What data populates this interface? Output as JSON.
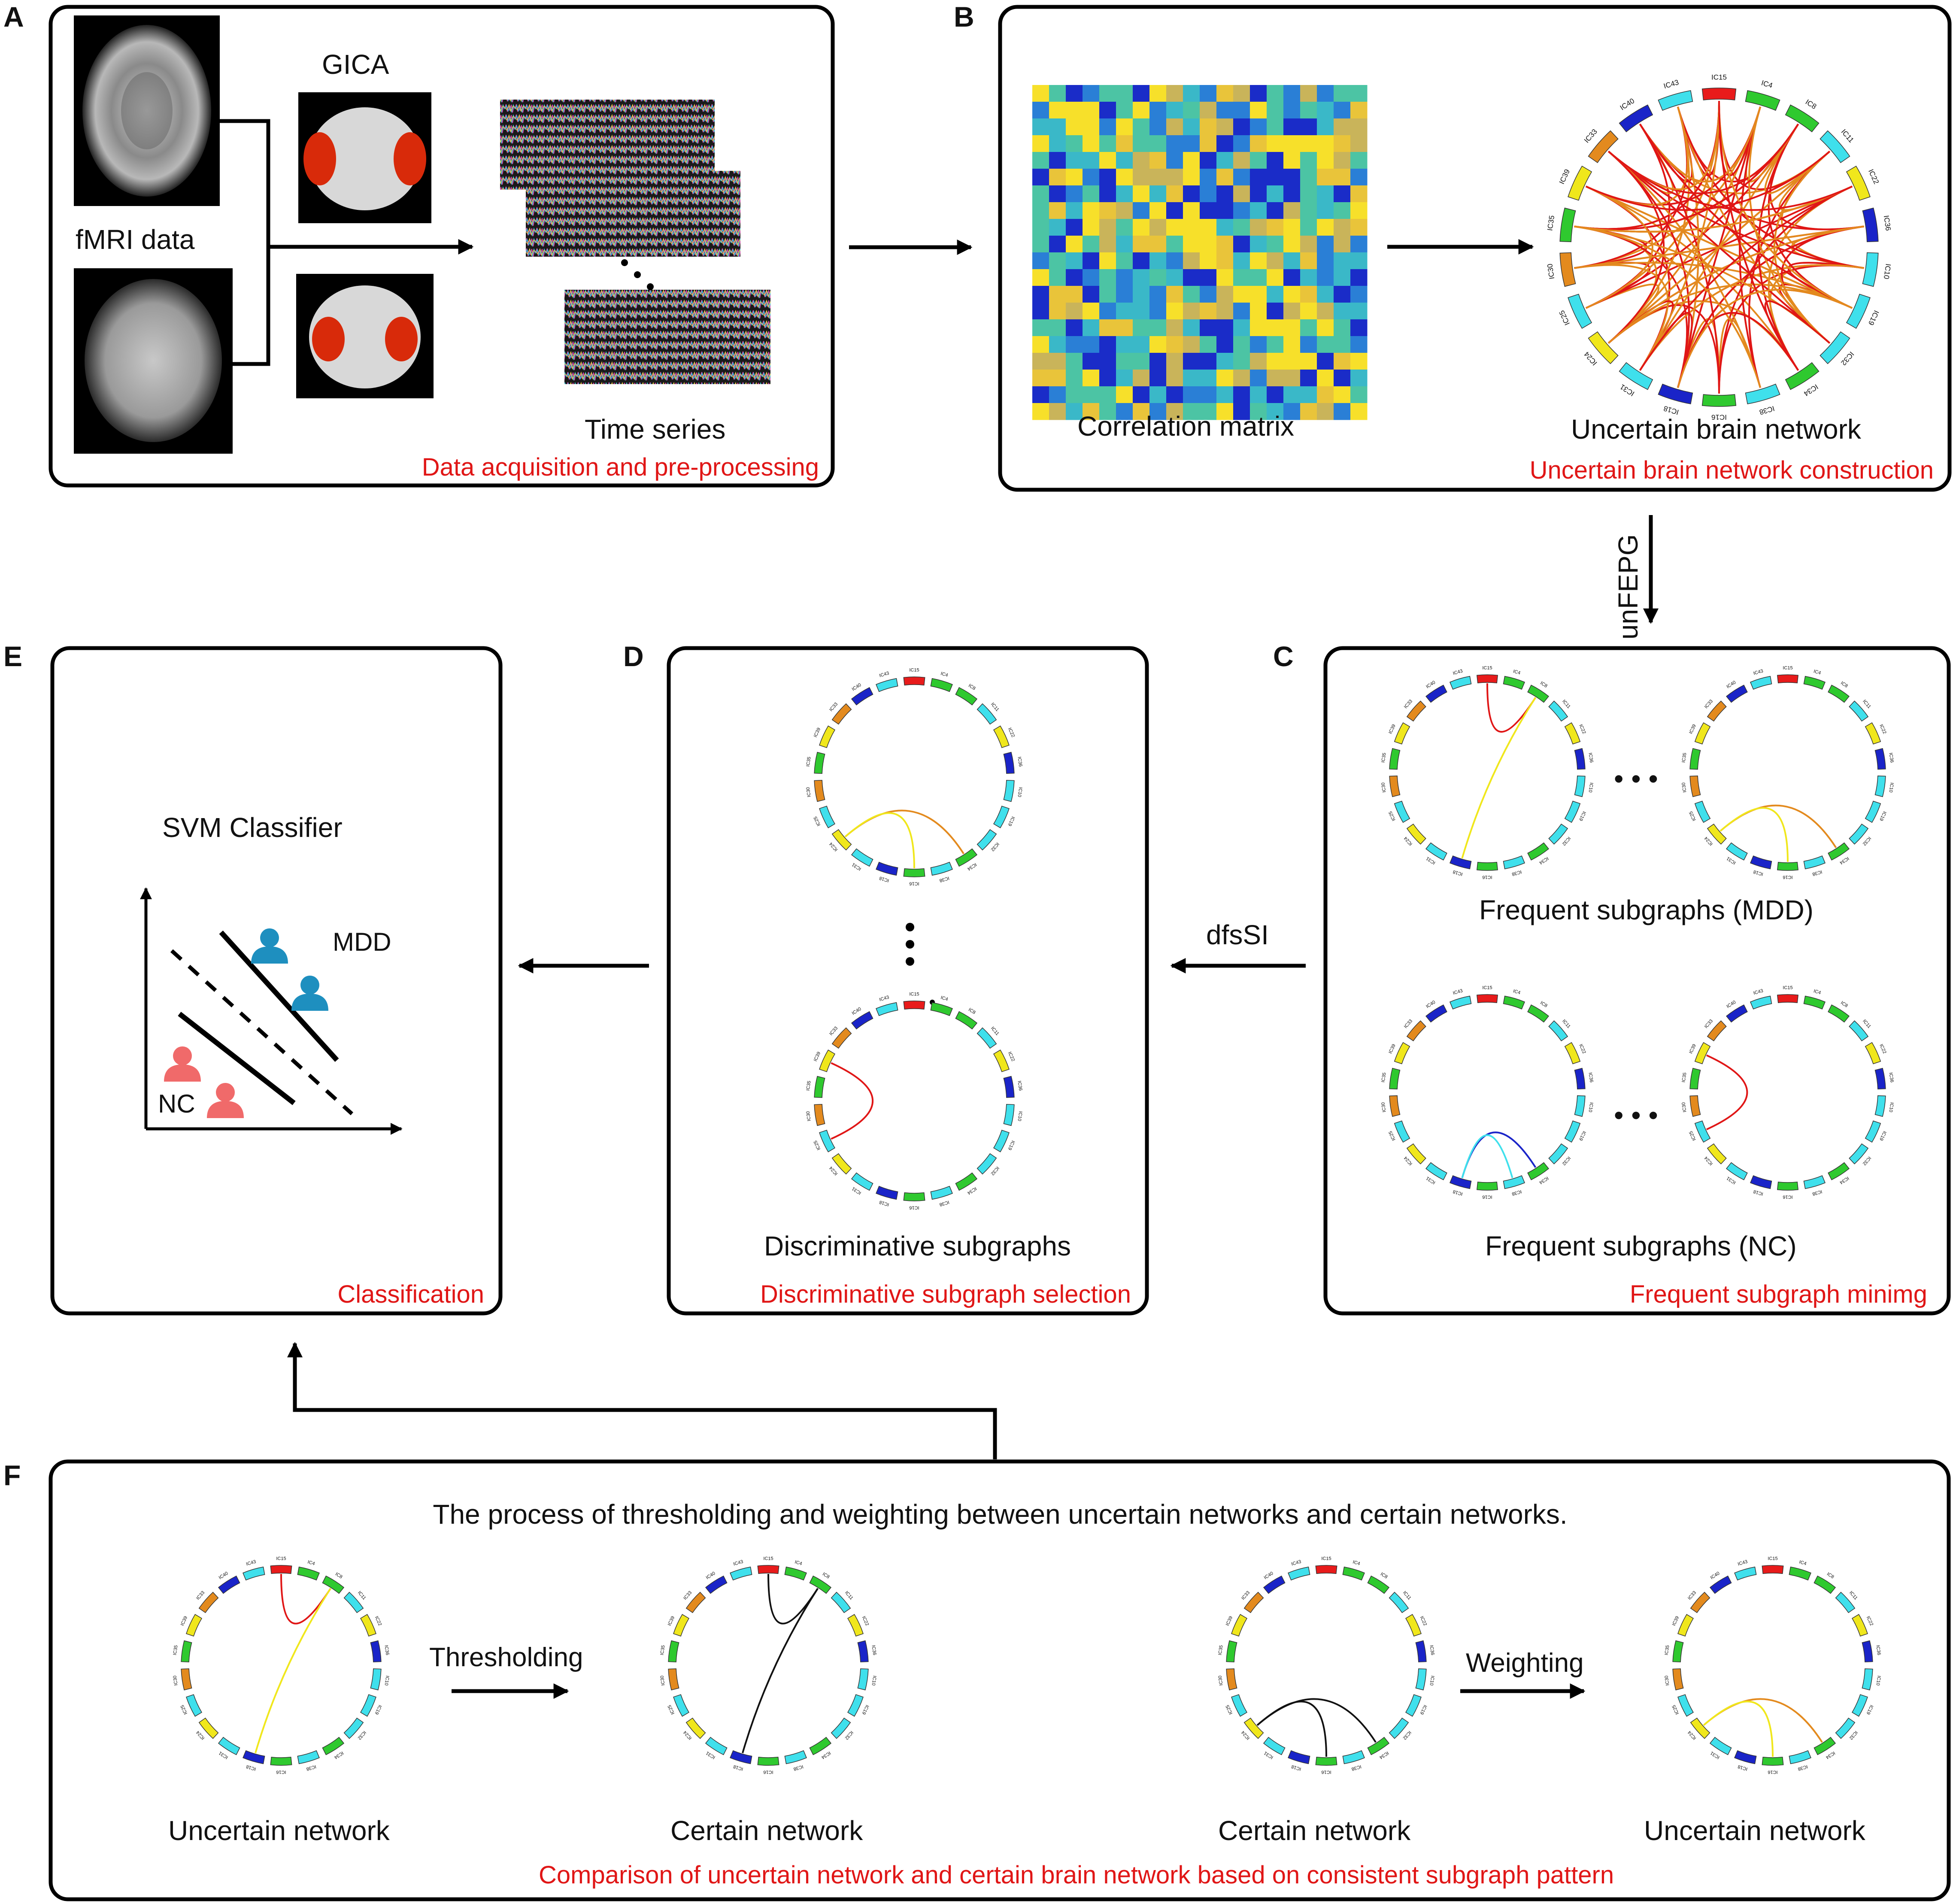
{
  "panels": {
    "A": {
      "letter": "A",
      "caption": "Data acquisition and pre-processing",
      "fmri": "fMRI data",
      "gica": "GICA",
      "timeseries": "Time series"
    },
    "B": {
      "letter": "B",
      "caption": "Uncertain brain network construction",
      "matrix": "Correlation matrix",
      "network": "Uncertain brain network"
    },
    "C": {
      "letter": "C",
      "caption": "Frequent subgraph minimg",
      "mdd": "Frequent  subgraphs (MDD)",
      "nc": "Frequent  subgraphs (NC)",
      "ellipsis1": "• • •",
      "ellipsis2": "• • •"
    },
    "D": {
      "letter": "D",
      "caption": "Discriminative subgraph selection",
      "label": "Discriminative  subgraphs"
    },
    "E": {
      "letter": "E",
      "caption": "Classification",
      "title": "SVM Classifier",
      "mdd": "MDD",
      "nc": "NC"
    },
    "F": {
      "letter": "F",
      "caption": "Comparison of uncertain network and certain brain network based on consistent subgraph pattern",
      "title": "The process of thresholding and weighting between uncertain networks and certain networks.",
      "net1": "Uncertain network",
      "net2": "Certain  network",
      "net3": "Certain network",
      "net4": "Uncertain network",
      "step1": "Thresholding",
      "step2": "Weighting"
    }
  },
  "arrows": {
    "unfepg": "unFEPG",
    "dfssi": "dfsSI"
  },
  "ring": {
    "segments": [
      {
        "label": "IC15",
        "color": "#e81b1b"
      },
      {
        "label": "IC4",
        "color": "#2fc92f"
      },
      {
        "label": "IC8",
        "color": "#2fc92f"
      },
      {
        "label": "IC11",
        "color": "#3fe0ec"
      },
      {
        "label": "IC22",
        "color": "#f0e71c"
      },
      {
        "label": "IC36",
        "color": "#1a24c8"
      },
      {
        "label": "IC10",
        "color": "#3fe0ec"
      },
      {
        "label": "IC19",
        "color": "#3fe0ec"
      },
      {
        "label": "IC32",
        "color": "#3fe0ec"
      },
      {
        "label": "IC34",
        "color": "#2fc92f"
      },
      {
        "label": "IC38",
        "color": "#3fe0ec"
      },
      {
        "label": "IC16",
        "color": "#2fc92f"
      },
      {
        "label": "IC18",
        "color": "#1a24c8"
      },
      {
        "label": "IC31",
        "color": "#3fe0ec"
      },
      {
        "label": "IC24",
        "color": "#f0e71c"
      },
      {
        "label": "IC25",
        "color": "#3fe0ec"
      },
      {
        "label": "IC30",
        "color": "#e38a1e"
      },
      {
        "label": "IC35",
        "color": "#2fc92f"
      },
      {
        "label": "IC39",
        "color": "#f0e71c"
      },
      {
        "label": "IC33",
        "color": "#e38a1e"
      },
      {
        "label": "IC40",
        "color": "#1a24c8"
      },
      {
        "label": "IC43",
        "color": "#3fe0ec"
      }
    ]
  },
  "colors": {
    "caption": "#e01616",
    "mdd_person": "#1e8fbf",
    "nc_person": "#f06a6a"
  }
}
